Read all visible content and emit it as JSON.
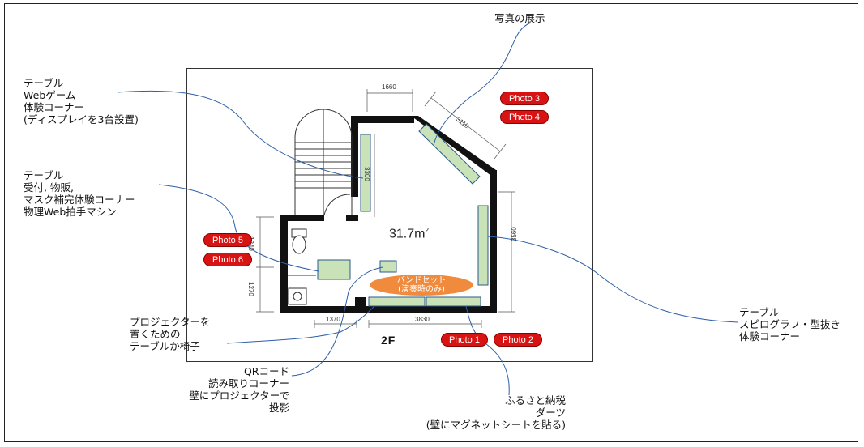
{
  "callouts": {
    "photo_display": "写真の展示",
    "web_game_table": [
      "テーブル",
      "Webゲーム",
      "体験コーナー",
      "(ディスプレイを3台設置)"
    ],
    "reception_table": [
      "テーブル",
      "受付, 物販,",
      "マスク補完体験コーナー",
      "物理Web拍手マシン"
    ],
    "projector_table": [
      "プロジェクターを",
      "置くための",
      "テーブルか椅子"
    ],
    "qr_corner": [
      "QRコード",
      "読み取りコーナー",
      "壁にプロジェクターで",
      "投影"
    ],
    "furusato_darts": [
      "ふるさと納税",
      "ダーツ",
      "(壁にマグネットシートを貼る)"
    ],
    "spirograph_table": [
      "テーブル",
      "スピログラフ・型抜き",
      "体験コーナー"
    ]
  },
  "photos": [
    "Photo 1",
    "Photo 2",
    "Photo 3",
    "Photo 4",
    "Photo 5",
    "Photo 6"
  ],
  "floorplan": {
    "area_value": "31.7m",
    "area_exp": "2",
    "floor_label": "2F",
    "band_set": [
      "バンドセット",
      "(演奏時のみ)"
    ],
    "dimensions": [
      "1660",
      "3110",
      "3300",
      "3560",
      "1840",
      "1270",
      "1370",
      "3830"
    ]
  },
  "colors": {
    "table_fill": "#c9e2b8",
    "table_stroke": "#2b5a8a",
    "wall": "#111111",
    "photo_badge": "#d81313",
    "band_set": "#f08a3c",
    "leader_line": "#2d5fa8"
  }
}
